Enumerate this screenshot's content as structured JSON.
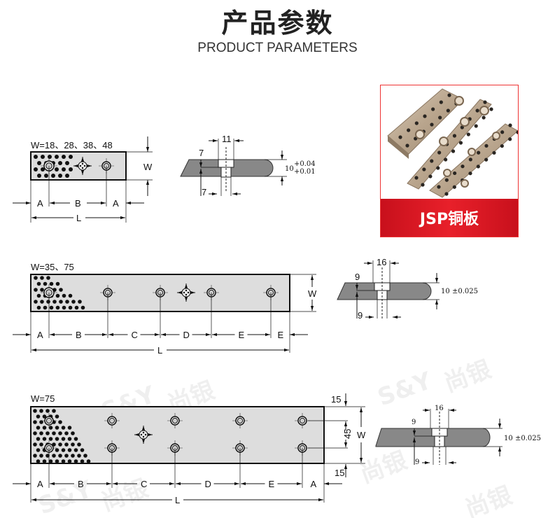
{
  "header": {
    "title": "产品参数",
    "subtitle": "PRODUCT PARAMETERS"
  },
  "product_card": {
    "label": "JSP铜板"
  },
  "watermark": {
    "logo": "S&Y",
    "brand": "尚银"
  },
  "drawing1": {
    "width_label": "W=18、28、38、48",
    "w": "W",
    "dims": [
      "A",
      "B",
      "A"
    ],
    "length": "L",
    "section": {
      "counterbore": "11",
      "depth_top": "7",
      "depth_bottom": "7",
      "thickness": "10",
      "tol_upper": "+0.04",
      "tol_lower": "+0.01"
    }
  },
  "drawing2": {
    "width_label": "W=35、75",
    "w": "W",
    "dims": [
      "A",
      "B",
      "C",
      "D",
      "E",
      "E"
    ],
    "length": "L",
    "section": {
      "counterbore": "16",
      "depth_top": "9",
      "depth_bottom": "9",
      "thickness": "10",
      "tolerance": "±0.025"
    }
  },
  "drawing3": {
    "width_label": "W=75",
    "w": "W",
    "edge_top": "15",
    "edge_bottom": "15",
    "hole_spacing": "45",
    "dims": [
      "A",
      "B",
      "C",
      "D",
      "E",
      "A"
    ],
    "length": "L",
    "section": {
      "counterbore": "16",
      "depth_top": "9",
      "depth_bottom": "9",
      "thickness": "10",
      "tolerance": "±0.025"
    }
  }
}
